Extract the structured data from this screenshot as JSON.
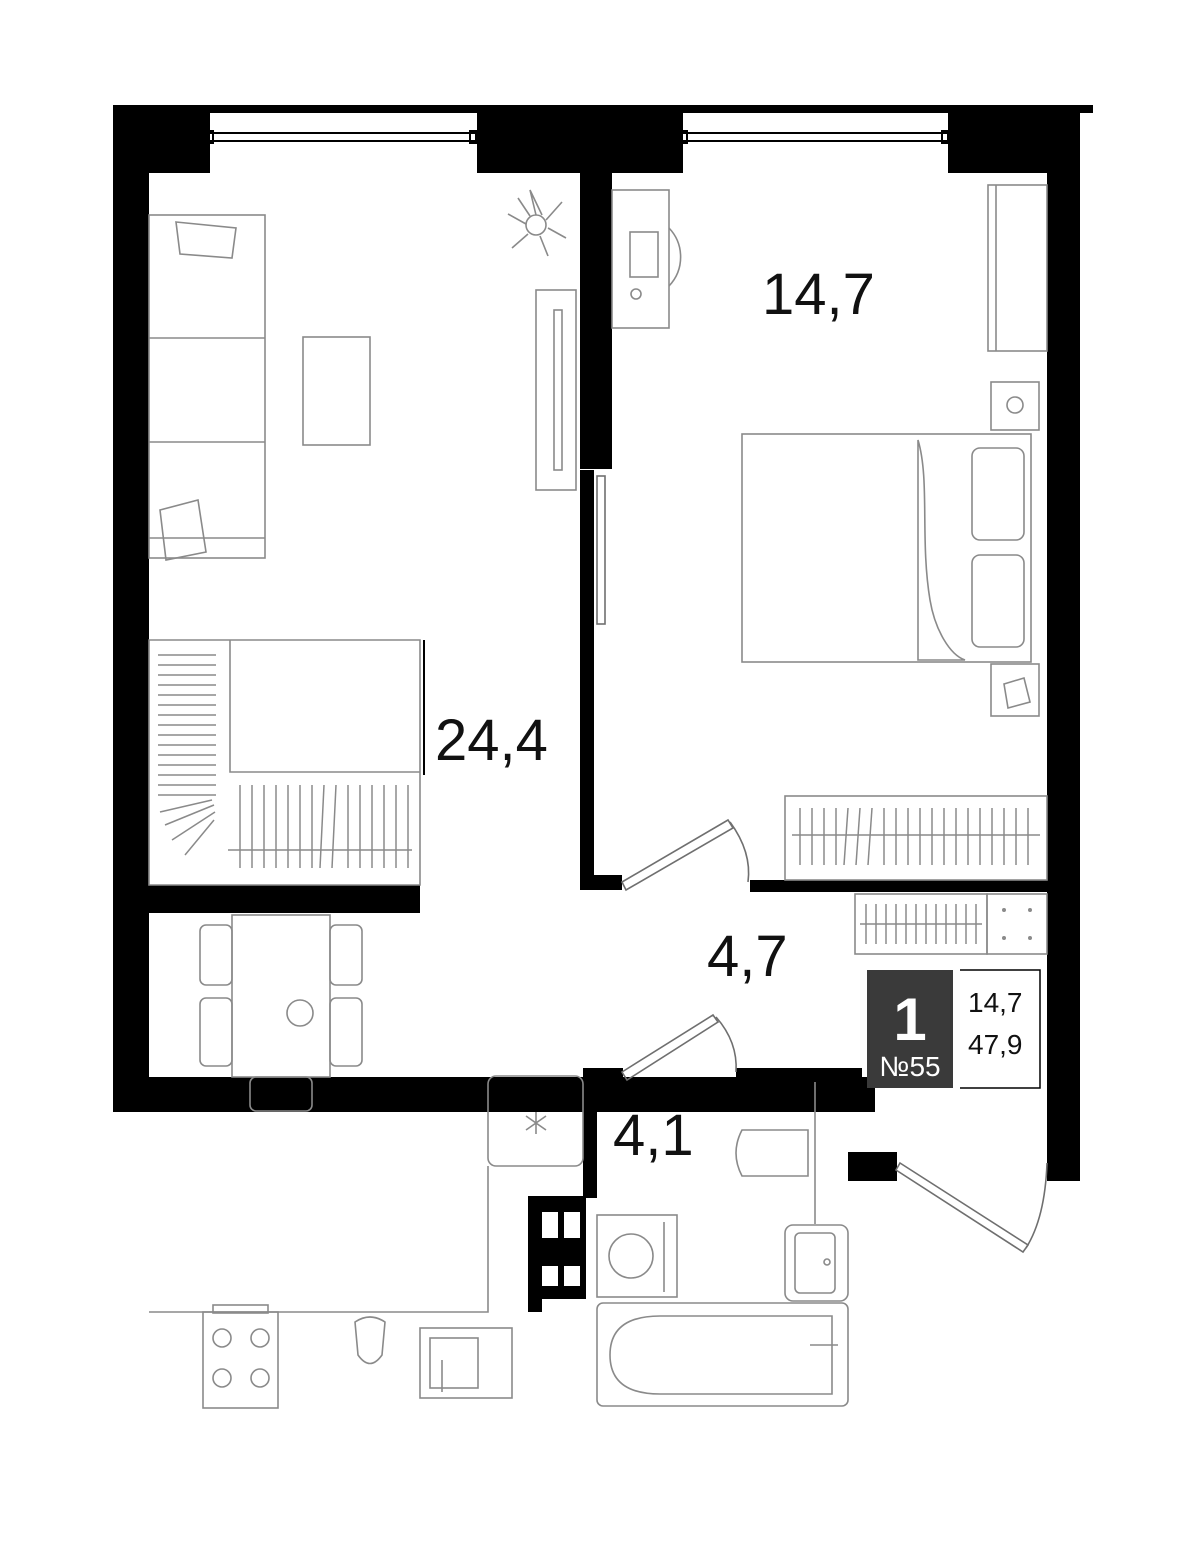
{
  "rooms": {
    "living": {
      "area": "24,4"
    },
    "bedroom": {
      "area": "14,7"
    },
    "hall": {
      "area": "4,7"
    },
    "bathroom": {
      "area": "4,1"
    }
  },
  "apartment": {
    "rooms_count": "1",
    "number": "№55",
    "living_area": "14,7",
    "total_area": "47,9"
  },
  "colors": {
    "walls": "#000000",
    "furniture": "#8a8a8a",
    "badge": "#3a3a3a"
  }
}
